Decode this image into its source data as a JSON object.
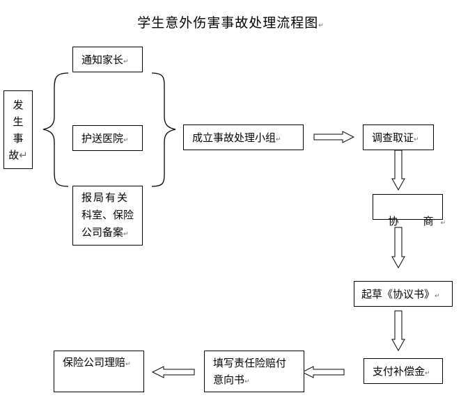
{
  "title": "学生意外伤害事故处理流程图",
  "nodes": {
    "incident": [
      "发",
      "生",
      "事",
      "故"
    ],
    "notify_parents": "通知家长",
    "send_hospital": "护送医院",
    "report_bureau_lines": [
      "报局有关",
      "科室、保险",
      "公司备案"
    ],
    "form_group": "成立事故处理小组",
    "investigate": "调查取证",
    "negotiate": "协　商",
    "draft_agreement": "起草《协议书》",
    "pay_compensation": "支付补偿金",
    "fill_liability_lines": [
      "填写责任险赔付",
      "意向书"
    ],
    "insurance_claim": "保险公司理赔"
  },
  "paragraph_mark": "↵"
}
